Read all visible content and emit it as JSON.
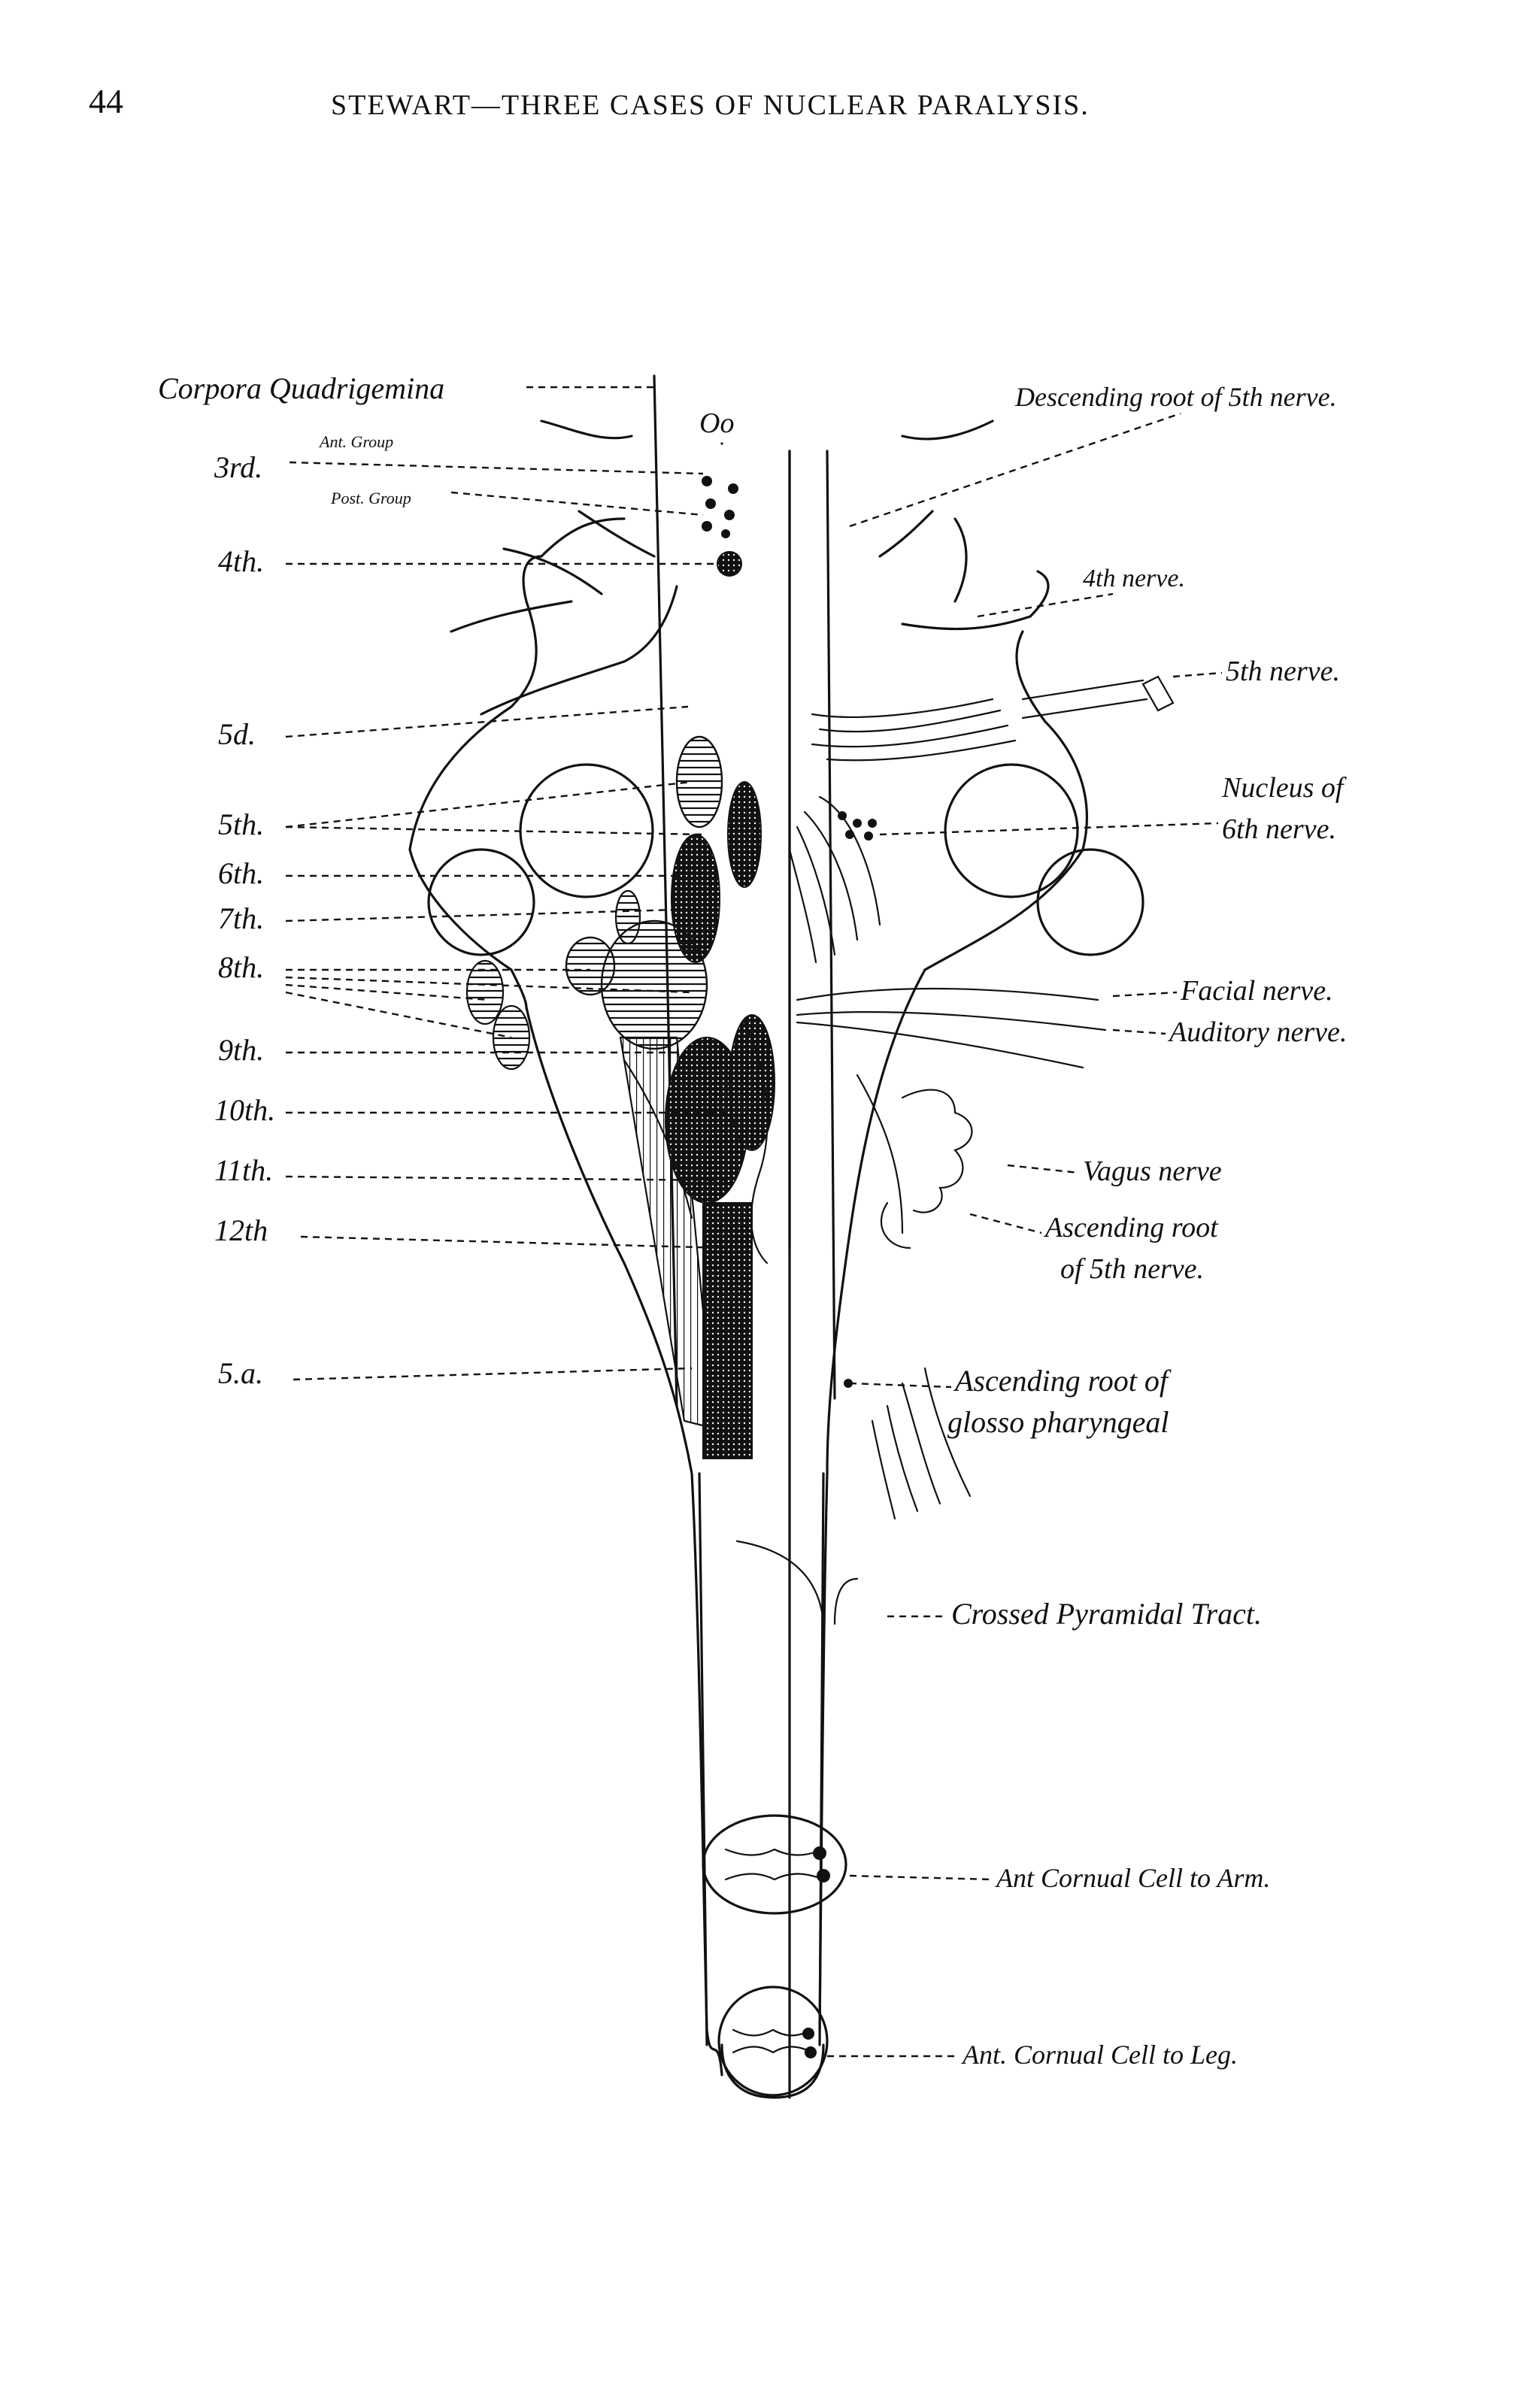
{
  "header": {
    "page_number": "44",
    "running_title": "STEWART—THREE CASES OF NUCLEAR PARALYSIS."
  },
  "figure": {
    "left_labels": {
      "corpora": "Corpora Quadrigemina",
      "third": "3rd.",
      "ant_group": "Ant. Group",
      "post_group": "Post. Group",
      "fourth": "4th.",
      "fifth_d": "5d.",
      "fifth": "5th.",
      "sixth": "6th.",
      "seventh": "7th.",
      "eighth": "8th.",
      "ninth": "9th.",
      "tenth": "10th.",
      "eleventh": "11th.",
      "twelfth": "12th",
      "fifth_a": "5.a."
    },
    "right_labels": {
      "desc_root": "Descending root of 5th nerve.",
      "fourth_nerve": "4th nerve.",
      "fifth_nerve": "5th nerve.",
      "nucleus_1": "Nucleus of",
      "nucleus_2": "6th nerve.",
      "facial": "Facial nerve.",
      "auditory": "Auditory nerve.",
      "vagus": "Vagus nerve",
      "asc_root_1": "Ascending root",
      "asc_root_2": "of 5th nerve.",
      "glosso_1": "Ascending root of",
      "glosso_2": "glosso pharyngeal",
      "pyramidal": "Crossed Pyramidal Tract.",
      "arm": "Ant Cornual Cell to Arm.",
      "leg": "Ant. Cornual Cell to Leg."
    },
    "center_mark": "Oo"
  }
}
